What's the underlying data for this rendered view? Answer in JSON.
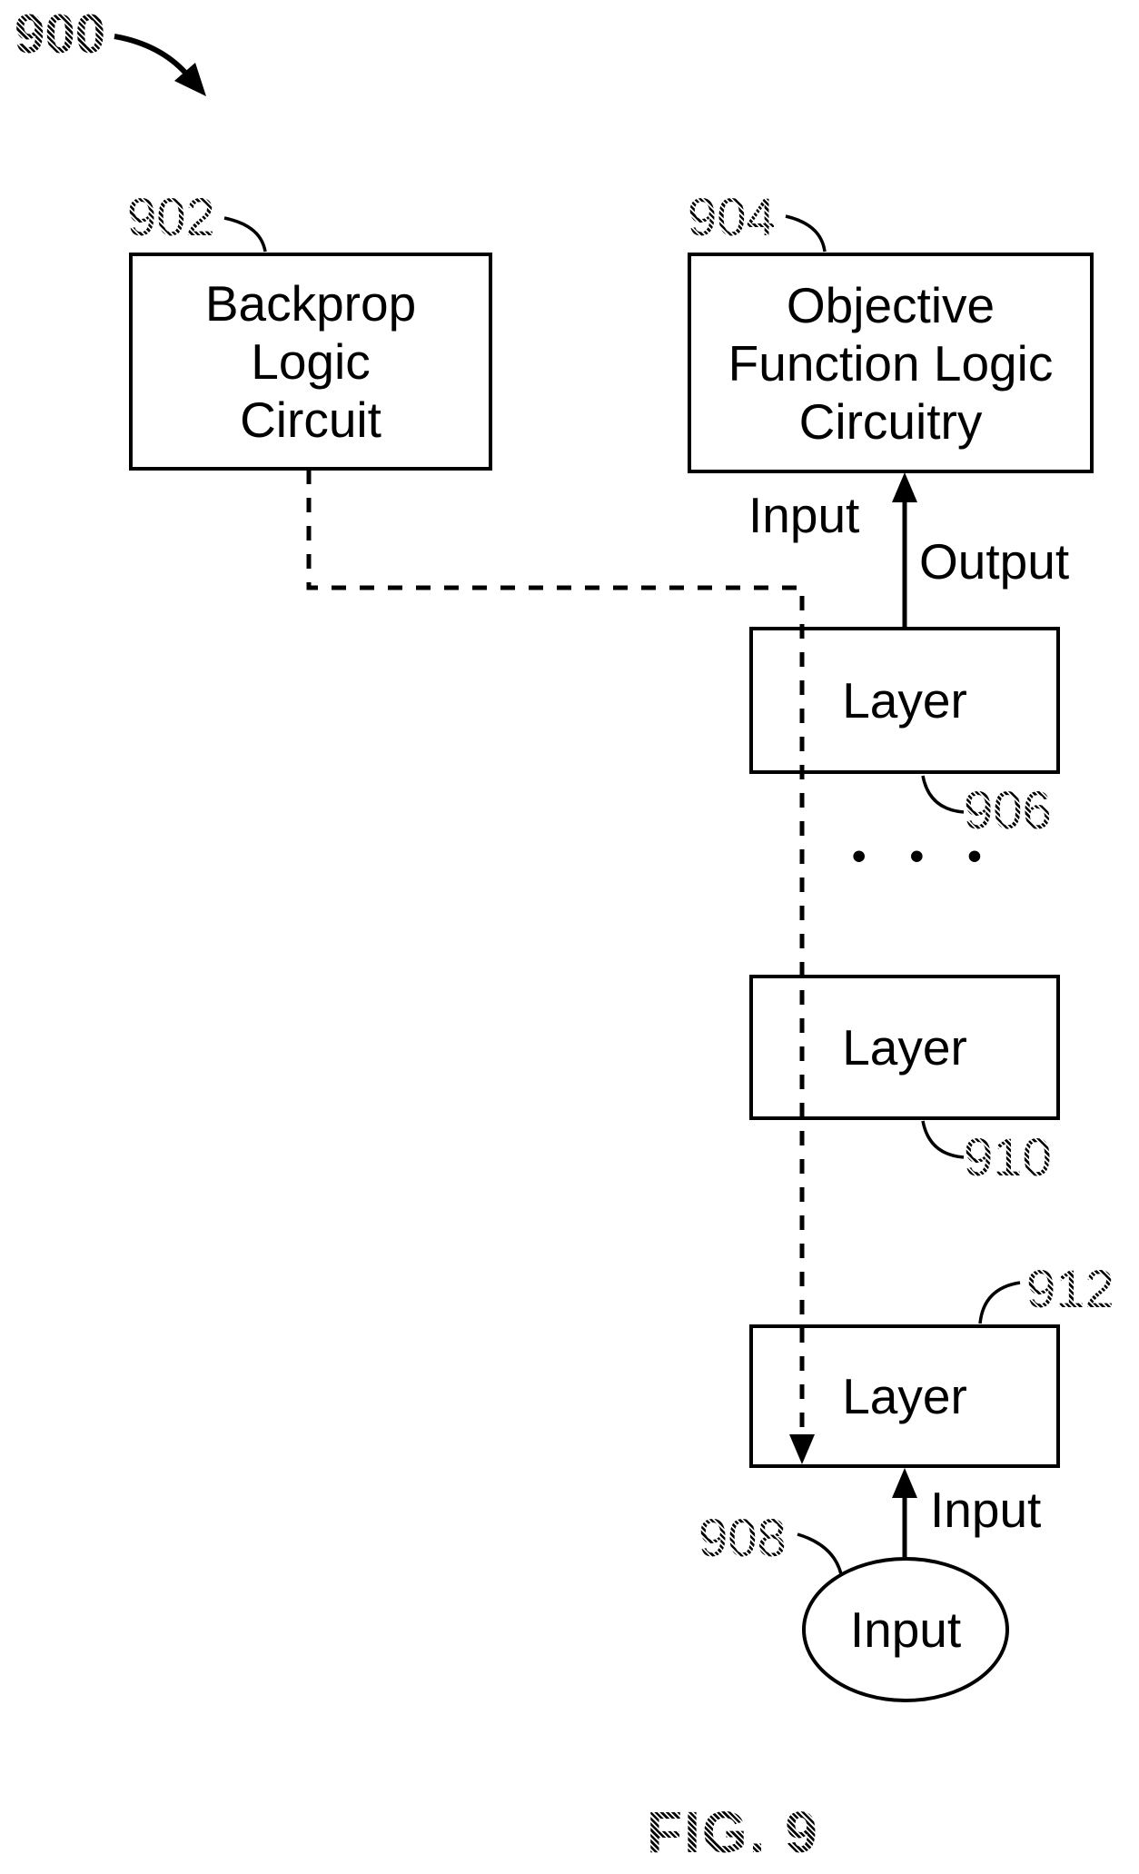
{
  "figure": {
    "number_label": "900",
    "caption": "FIG. 9"
  },
  "boxes": {
    "backprop": {
      "ref": "902",
      "label": "Backprop Logic Circuit",
      "lines": [
        "Backprop",
        "Logic",
        "Circuit"
      ]
    },
    "objective": {
      "ref": "904",
      "label": "Objective Function Logic Circuitry",
      "lines": [
        "Objective",
        "Function Logic",
        "Circuitry"
      ]
    },
    "layer_top": {
      "ref": "906",
      "label": "Layer"
    },
    "layer_middle": {
      "ref": "910",
      "label": "Layer"
    },
    "layer_bottom": {
      "ref": "912",
      "label": "Layer"
    }
  },
  "input_node": {
    "ref": "908",
    "label": "Input"
  },
  "edge_labels": {
    "objective_input": "Input",
    "layer_output": "Output",
    "bottom_input": "Input"
  },
  "ellipsis_dots": "• • •",
  "colors": {
    "ink": "#000000",
    "paper": "#ffffff"
  }
}
